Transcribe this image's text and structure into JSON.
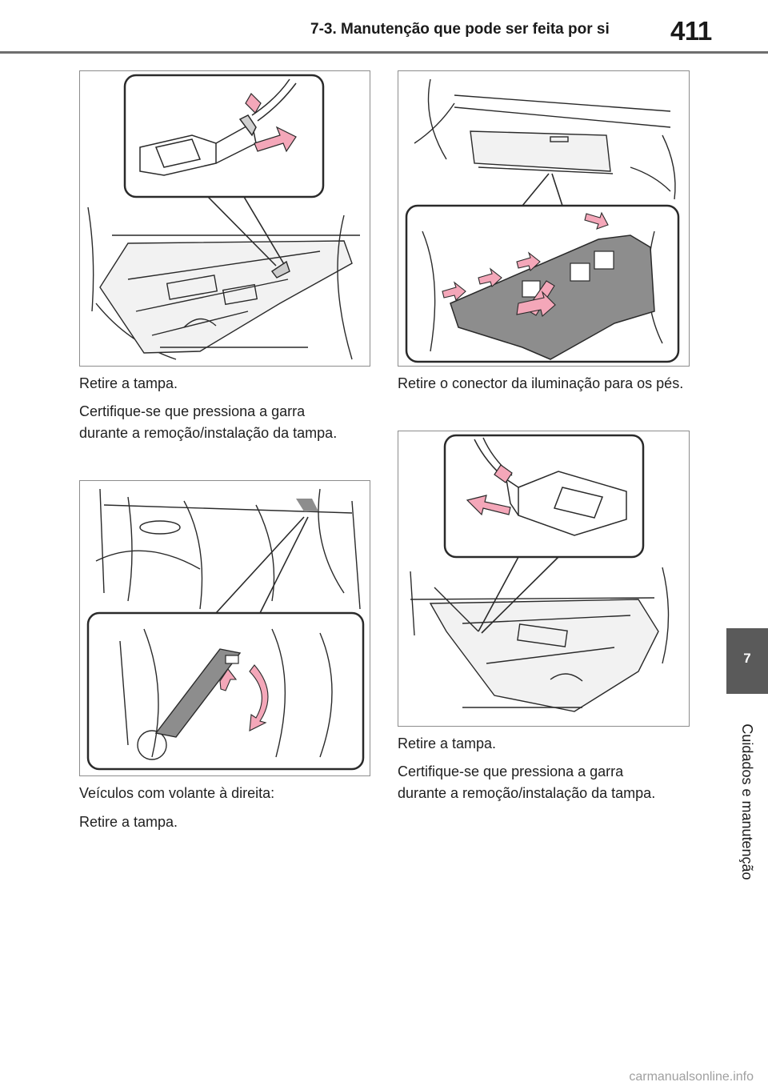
{
  "header": {
    "section_title": "7-3. Manutenção que pode ser feita por si",
    "page_number": "411"
  },
  "side_tab": {
    "chapter_number": "7",
    "chapter_label": "Cuidados e manutenção"
  },
  "left_column": {
    "step1_caption": "Retire a tampa.",
    "step1_note": "Certifique-se que pressiona a garra durante a remoção/instalação da tampa.",
    "rhd_caption": "Veículos com volante à direita:",
    "rhd_step": "Retire a tampa."
  },
  "right_column": {
    "connector_caption": "Retire o conector da iluminação para os pés.",
    "step2_caption": "Retire a tampa.",
    "step2_note": "Certifique-se que pressiona a garra durante a remoção/instalação da tampa."
  },
  "illustration_colors": {
    "arrow_fill": "#f4a7b9",
    "line": "#2a2a2a",
    "panel_fill": "#8d8d8d"
  },
  "footer": {
    "watermark": "carmanualsonline.info"
  }
}
